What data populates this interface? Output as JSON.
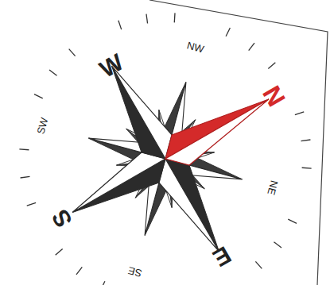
{
  "diagram": {
    "labels": [
      "W",
      "NW",
      "N",
      "NE",
      "E",
      "SE",
      "S",
      "SW"
    ]
  }
}
